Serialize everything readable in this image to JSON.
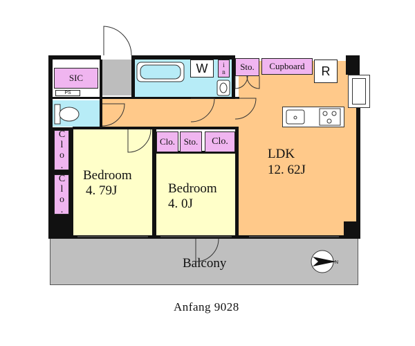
{
  "colors": {
    "ldk_floor": "#ffc98a",
    "bedroom1_floor": "#ffffc9",
    "bedroom2_floor": "#ffffc9",
    "wet_area": "#b7ecf7",
    "storage": "#f0b5f0",
    "balcony": "#bfbfbf",
    "entrance": "#bdbdbd",
    "wall": "#111111"
  },
  "rooms": {
    "ldk": {
      "name": "LDK",
      "size": "12. 62J"
    },
    "bedroom1": {
      "name": "Bedroom",
      "size": "4. 79J"
    },
    "bedroom2": {
      "name": "Bedroom",
      "size": "4. 0J"
    },
    "balcony": {
      "name": "Balcony"
    }
  },
  "storage": {
    "sic": "SIC",
    "ps": "PS",
    "clo_left_top": "Clo.",
    "clo_left_bottom": "Clo.",
    "clo_mid_left": "Clo.",
    "sto_mid": "Sto.",
    "clo_mid_right": "Clo.",
    "sto_top": "Sto.",
    "cupboard": "Cupboard",
    "lin": "Lin."
  },
  "fixtures": {
    "washer": "W",
    "refrigerator": "R"
  },
  "caption": "Anfang 9028",
  "icons": [
    "compass-icon",
    "bathtub-icon",
    "toilet-icon",
    "sink-icon",
    "stove-icon",
    "door-icon"
  ]
}
